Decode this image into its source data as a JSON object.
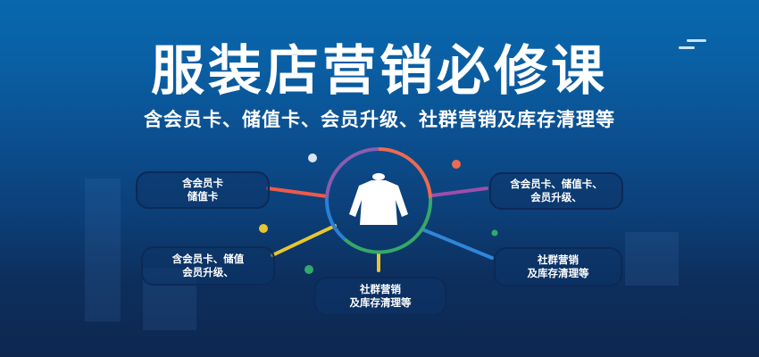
{
  "banner": {
    "title": "服装店营销必修课",
    "subtitle": "含会员卡、储值卡、会员升级、社群营销及库存清理等",
    "colors": {
      "bg_top": "#0868ad",
      "bg_bottom": "#0d2750",
      "box_border": "#0c2a57",
      "text": "#ffffff"
    }
  },
  "diagram": {
    "center_icon": "coat-icon",
    "ring_colors": [
      "#ef6a4f",
      "#8b5cb0",
      "#2a7fd6",
      "#34a86a",
      "#e6c633"
    ],
    "nodes": [
      {
        "id": "top-left",
        "line1": "含会员卡",
        "line2": "储值卡",
        "connector_color": "#ef5a4a"
      },
      {
        "id": "top-right",
        "line1": "含会员卡、储值卡、",
        "line2": "会员升级、",
        "connector_color": "#9b4fa8"
      },
      {
        "id": "bottom-left",
        "line1": "含会员卡、储值",
        "line2": "会员升级、",
        "connector_color": "#e6c633"
      },
      {
        "id": "bottom-right",
        "line1": "社群营销",
        "line2": "及库存清理等",
        "connector_color": "#2f86d8"
      },
      {
        "id": "bottom-center",
        "line1": "社群营销",
        "line2": "及库存清理等",
        "connector_color": "#e6c633"
      }
    ],
    "dots": [
      {
        "color": "#d8e6f2"
      },
      {
        "color": "#ef6a4f"
      },
      {
        "color": "#e6c633"
      },
      {
        "color": "#34a86a"
      },
      {
        "color": "#34a86a"
      }
    ]
  }
}
